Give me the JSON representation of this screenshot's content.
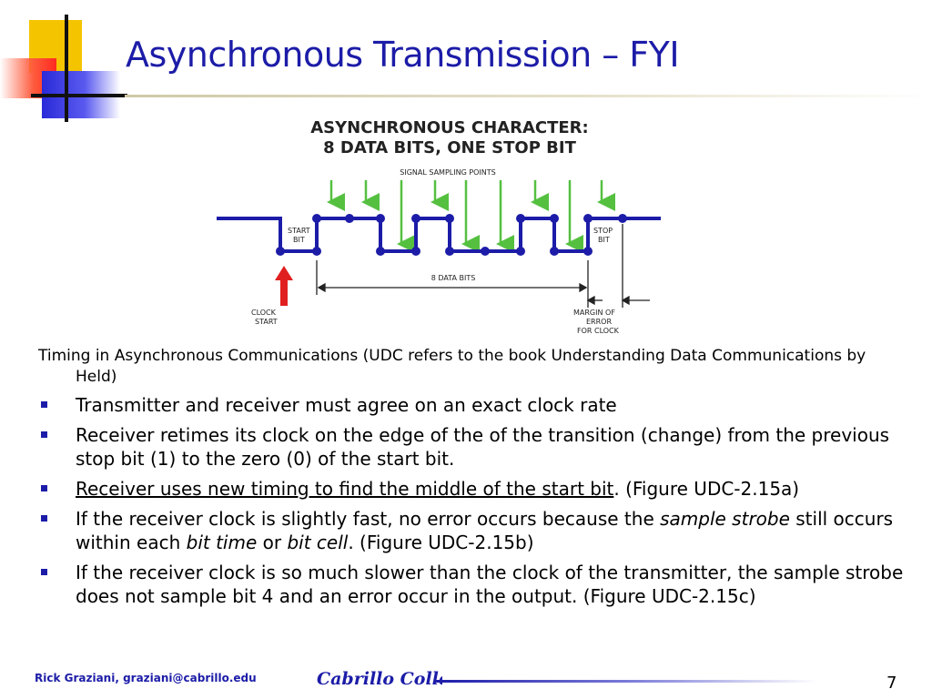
{
  "slide": {
    "title": "Asynchronous Transmission – FYI",
    "page_number": "7",
    "footer_author": "Rick Graziani, graziani@cabrillo.edu",
    "college_logo_text": "Cabrillo College"
  },
  "diagram": {
    "title_line1": "ASYNCHRONOUS CHARACTER:",
    "title_line2": "8 DATA BITS, ONE STOP BIT",
    "sampling_label": "SIGNAL SAMPLING POINTS",
    "start_bit_label": [
      "START",
      "BIT"
    ],
    "stop_bit_label": [
      "STOP",
      "BIT"
    ],
    "data_bits_label": "8 DATA BITS",
    "clock_start_label": [
      "CLOCK",
      "START"
    ],
    "margin_label": [
      "MARGIN OF",
      "ERROR",
      "FOR CLOCK"
    ],
    "colors": {
      "signal": "#1c1ca8",
      "sample_arrow": "#55c040",
      "clock_arrow": "#e02020"
    }
  },
  "content": {
    "intro": "Timing in Asynchronous Communications (UDC refers to the book Understanding Data Communications by Held)",
    "b1": "Transmitter and receiver must agree on an exact clock rate",
    "b2": "Receiver retimes its clock on the edge of the of the transition (change) from the previous stop bit (1) to the zero (0) of the start bit.",
    "b3_underlined": "Receiver uses new timing to find the middle of the start bit",
    "b3_rest": ".  (Figure UDC-2.15a)",
    "b4_a": "If the receiver clock is slightly fast, no error occurs because the ",
    "b4_i1": "sample strobe",
    "b4_b": " still occurs within each ",
    "b4_i2": "bit time",
    "b4_c": " or ",
    "b4_i3": "bit cell",
    "b4_d": ".  (Figure UDC-2.15b)",
    "b5": "If the receiver clock is so much slower than the clock of the transmitter, the sample strobe does not sample bit 4 and an error occur in the output.  (Figure UDC-2.15c)"
  }
}
